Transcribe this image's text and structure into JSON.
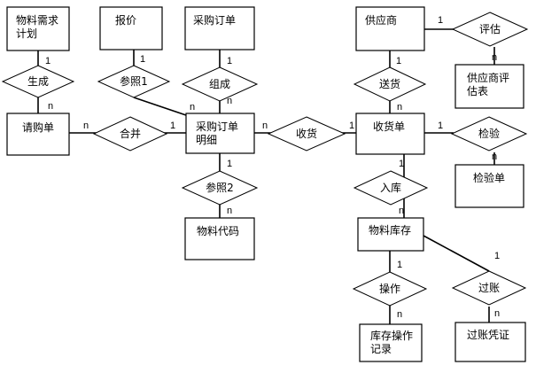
{
  "entities": {
    "material_plan": "物料需求\n计划",
    "quote": "报价",
    "purchase_order": "采购订单",
    "supplier": "供应商",
    "supplier_eval": "供应商评\n估表",
    "requisition": "请购单",
    "po_detail": "采购订单\n明细",
    "receipt": "收货单",
    "inspection": "检验单",
    "material_code": "物料代码",
    "inventory": "物料库存",
    "inventory_log": "库存操作\n记录",
    "posting_voucher": "过账凭证"
  },
  "relationships": {
    "generate": "生成",
    "ref1": "参照1",
    "compose": "组成",
    "evaluate": "评估",
    "deliver": "送货",
    "merge": "合并",
    "receive": "收货",
    "inspect": "检验",
    "ref2": "参照2",
    "stock_in": "入库",
    "operate": "操作",
    "post": "过账"
  },
  "cardinalities": {
    "one": "1",
    "many": "n"
  }
}
